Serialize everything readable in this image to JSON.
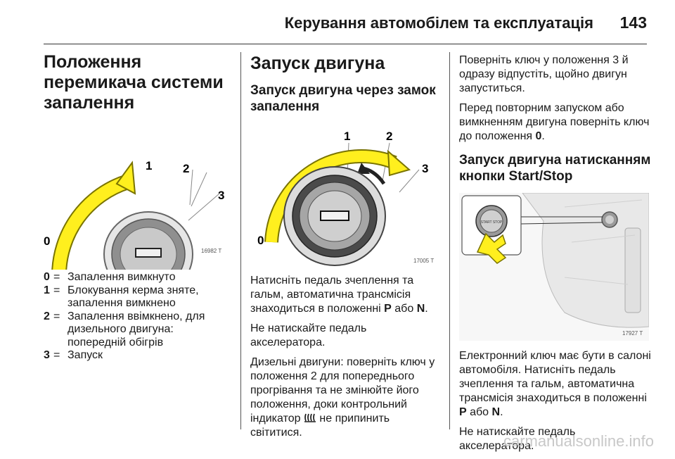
{
  "header": {
    "title": "Керування автомобілем та експлуатація",
    "page": "143"
  },
  "col1": {
    "heading": "Положення перемикача системи запалення",
    "figure": {
      "code": "16982 T",
      "labels": [
        "0",
        "1",
        "2",
        "3"
      ]
    },
    "legend": [
      {
        "key": "0",
        "eq": "=",
        "text": "Запалення вимкнуто"
      },
      {
        "key": "1",
        "eq": "=",
        "text": "Блокування керма зняте, запалення вимкнено"
      },
      {
        "key": "2",
        "eq": "=",
        "text": "Запалення ввімкнено, для дизельного двигуна: попередній обігрів"
      },
      {
        "key": "3",
        "eq": "=",
        "text": "Запуск"
      }
    ]
  },
  "col2": {
    "heading": "Запуск двигуна",
    "subheading": "Запуск двигуна через замок запалення",
    "figure": {
      "code": "17005 T",
      "labels": [
        "0",
        "1",
        "2",
        "3"
      ]
    },
    "p1_pre": "Натисніть педаль зчеплення та гальм, автоматична трансмісія знаходиться в положенні ",
    "p1_b1": "P",
    "p1_mid": " або ",
    "p1_b2": "N",
    "p1_post": ".",
    "p2": "Не натискайте педаль акселератора.",
    "p3_pre": "Дизельні двигуни: поверніть ключ у положення 2 для попереднього прогрівання та не змінюйте його положення, доки контрольний індикатор ",
    "p3_icon": "glow-plug-indicator-icon",
    "p3_post": " не припинить світитися."
  },
  "col3": {
    "p1": "Поверніть ключ у положення 3 й одразу відпустіть, щойно двигун запуститься.",
    "p2_pre": "Перед повторним запуском або вимкненням двигуна поверніть ключ до положення ",
    "p2_b": "0",
    "p2_post": ".",
    "subheading": "Запуск двигуна натисканням кнопки Start/Stop",
    "figure": {
      "code": "17927 T"
    },
    "p3_pre": "Електронний ключ має бути в салоні автомобіля. Натисніть педаль зчеплення та гальм, автоматична трансмісія знаходиться в положенні ",
    "p3_b1": "P",
    "p3_mid": " або ",
    "p3_b2": "N",
    "p3_post": ".",
    "p4": "Не натискайте педаль акселератора."
  },
  "footer": {
    "watermark": "carmanualsonline.info"
  },
  "colors": {
    "arrow_yellow": "#ffef1e",
    "arrow_outline": "#7a7400",
    "ring_grey": "#9a9a9a"
  }
}
